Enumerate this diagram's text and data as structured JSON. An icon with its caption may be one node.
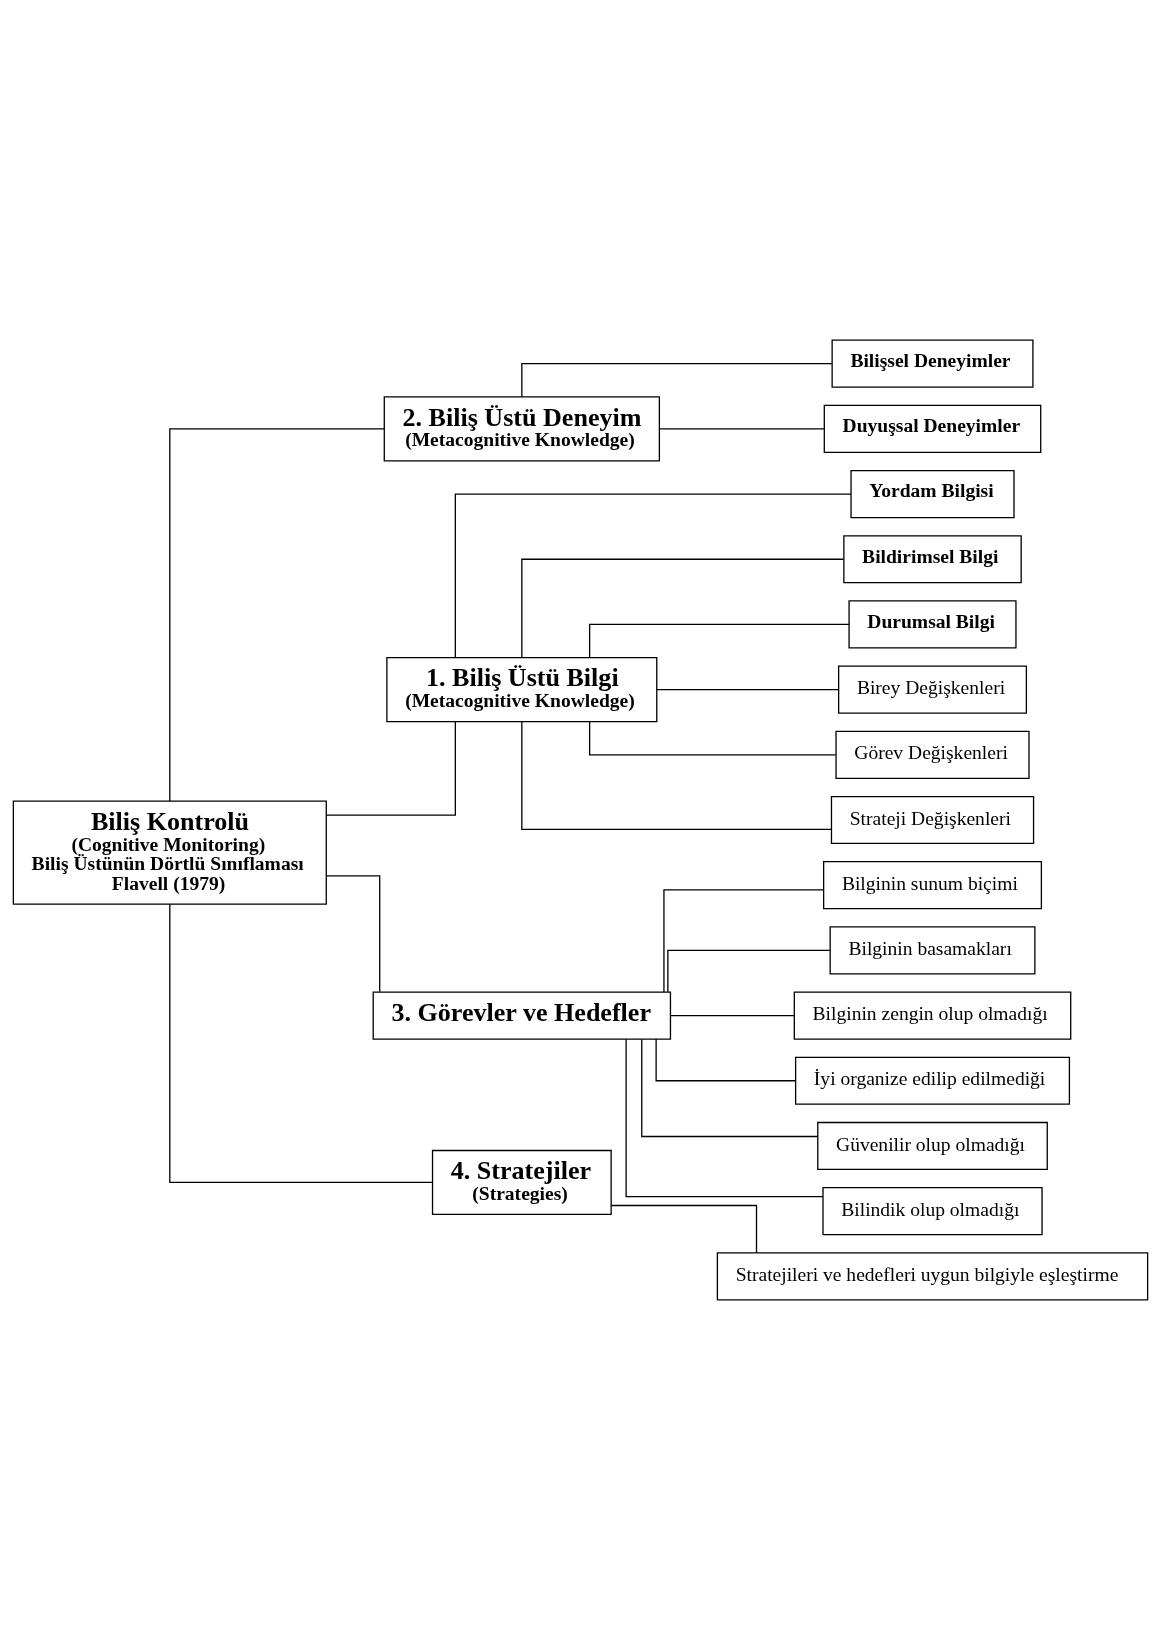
{
  "diagram": {
    "nodes": [
      {
        "text": [
          "2. Biliş Üstü Deneyim",
          "(Metacognitive Knowledge)"
        ]
      },
      {
        "text": [
          "1. Biliş Üstü Bilgi",
          "(Metacognitive Knowledge)"
        ]
      },
      {
        "text": [
          "Bilişsel Deneyimler"
        ]
      },
      {
        "text": [
          "Yordam Bilgisi"
        ]
      },
      {
        "text": [
          "Duyuşsal Deneyimler"
        ]
      },
      {
        "text": [
          "Bildirimsel Bilgi"
        ]
      },
      {
        "text": [
          "Durumsal Bilgi"
        ]
      },
      {
        "text": [
          "Birey Değişkenleri"
        ]
      },
      {
        "text": [
          "Biliş Kontrolü",
          "(Cognitive Monitoring)",
          "Biliş Üstünün Dörtlü Sınıflaması",
          "Flavell (1979)"
        ]
      },
      {
        "text": [
          "Görev Değişkenleri"
        ]
      },
      {
        "text": [
          "Strateji Değişkenleri"
        ]
      },
      {
        "text": [
          "3. Görevler ve Hedefler"
        ]
      },
      {
        "text": [
          "4. Stratejiler",
          "(Strategies)"
        ]
      },
      {
        "text": [
          "Bilginin sunum biçimi"
        ]
      },
      {
        "text": [
          "Stratejileri ve hedefleri uygun bilgiyle eşleştirme"
        ]
      },
      {
        "text": [
          "Bilginin basamakları"
        ]
      },
      {
        "text": [
          "Bilginin zengin olup olmadığı"
        ]
      },
      {
        "text": [
          "İyi organize edilip edilmediği"
        ]
      },
      {
        "text": [
          "Güvenilir olup olmadığı"
        ]
      },
      {
        "text": [
          "Bilindik olup olmadığı"
        ]
      }
    ],
    "edges": [
      {
        "from": 8,
        "to": 0,
        "arrow": "none"
      },
      {
        "from": 8,
        "to": 1,
        "arrow": "none"
      },
      {
        "from": 0,
        "to": 2,
        "arrow": "none"
      },
      {
        "from": 0,
        "to": 4,
        "arrow": "none"
      },
      {
        "from": 1,
        "to": 3,
        "arrow": "none"
      },
      {
        "from": 1,
        "to": 5,
        "arrow": "none"
      },
      {
        "from": 1,
        "to": 6,
        "arrow": "none"
      },
      {
        "from": 1,
        "to": 7,
        "arrow": "none"
      },
      {
        "from": 1,
        "to": 9,
        "arrow": "none"
      },
      {
        "from": 1,
        "to": 10,
        "arrow": "none"
      },
      {
        "from": 8,
        "to": 11,
        "arrow": "none"
      },
      {
        "from": 8,
        "to": 12,
        "arrow": "none"
      },
      {
        "from": 11,
        "to": 13,
        "arrow": "none"
      },
      {
        "from": 11,
        "to": 15,
        "arrow": "none"
      },
      {
        "from": 11,
        "to": 16,
        "arrow": "none"
      },
      {
        "from": 11,
        "to": 17,
        "arrow": "none"
      },
      {
        "from": 11,
        "to": 18,
        "arrow": "none"
      },
      {
        "from": 11,
        "to": 19,
        "arrow": "none"
      },
      {
        "from": 12,
        "to": 14,
        "arrow": "none"
      }
    ]
  }
}
